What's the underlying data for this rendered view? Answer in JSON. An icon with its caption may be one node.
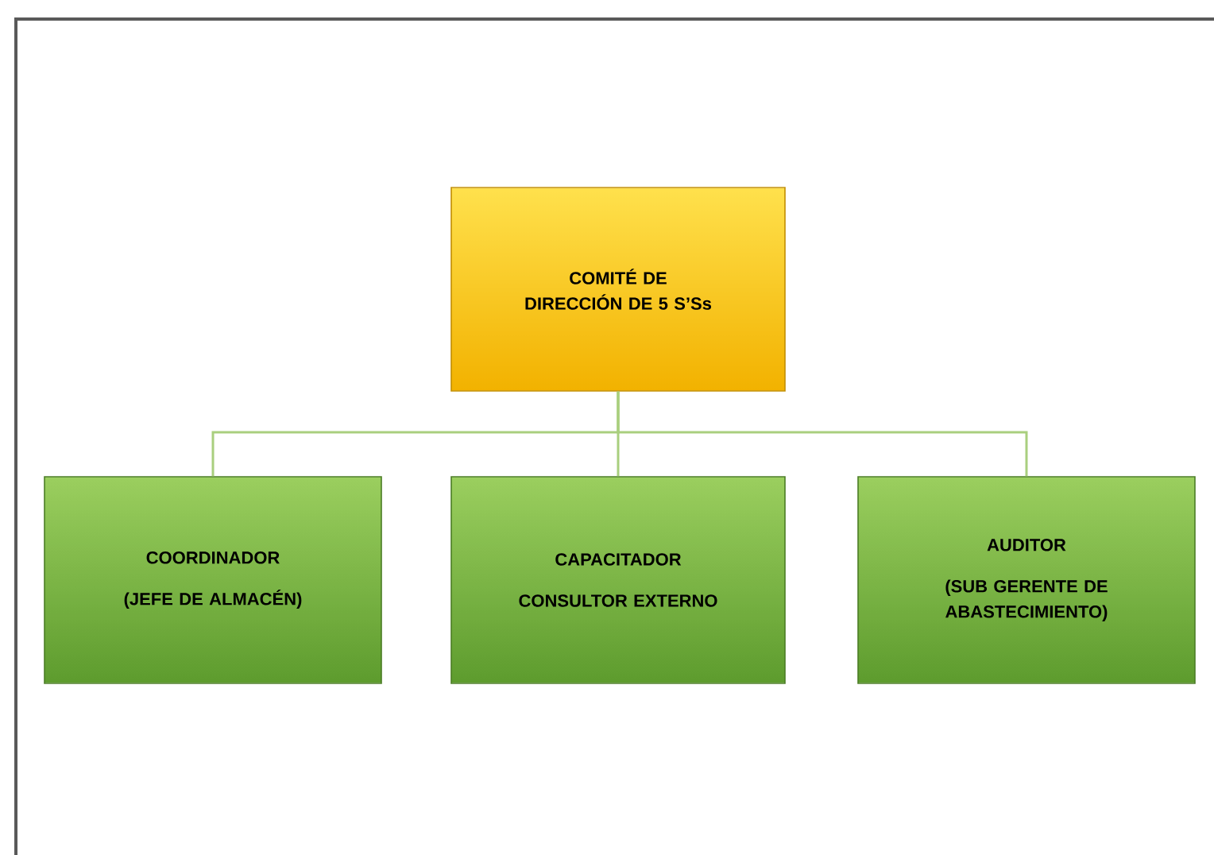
{
  "diagram": {
    "nodes": [
      {
        "text": [
          "COMITÉ DE DIRECCIÓN DE 5 S’Ss"
        ]
      },
      {
        "text": [
          "COORDINADOR",
          "(JEFE DE ALMACÉN)"
        ]
      },
      {
        "text": [
          "CAPACITADOR",
          "CONSULTOR EXTERNO"
        ]
      },
      {
        "text": [
          "AUDITOR",
          "(SUB GERENTE DE ABASTECIMIENTO)"
        ]
      }
    ],
    "edges": [
      {
        "from": 0,
        "to": 1,
        "arrow": "none"
      },
      {
        "from": 0,
        "to": 2,
        "arrow": "none"
      },
      {
        "from": 0,
        "to": 3,
        "arrow": "none"
      }
    ]
  }
}
